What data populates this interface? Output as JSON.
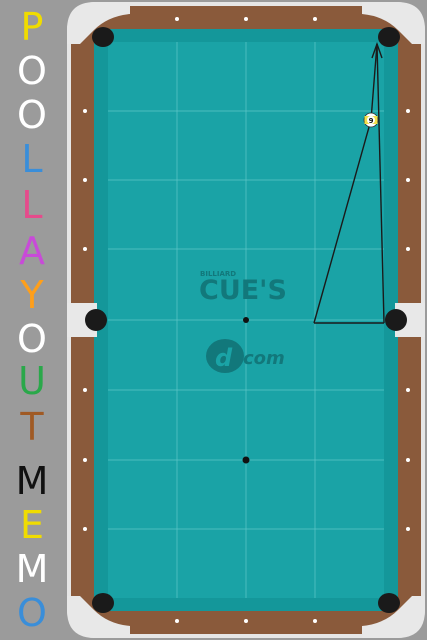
{
  "app": {
    "title_letters": [
      {
        "char": "P",
        "color": "#f0dc00"
      },
      {
        "char": "O",
        "color": "#ffffff"
      },
      {
        "char": "O",
        "color": "#ffffff"
      },
      {
        "char": "L",
        "color": "#3a8ed9"
      },
      {
        "char": "L",
        "color": "#e64b8c"
      },
      {
        "char": "A",
        "color": "#c84bd8"
      },
      {
        "char": "Y",
        "color": "#ff9f1a"
      },
      {
        "char": "O",
        "color": "#ffffff"
      },
      {
        "char": "U",
        "color": "#2aa84a"
      },
      {
        "char": "T",
        "color": "#a05a24"
      },
      {
        "char": "M",
        "color": "#111111"
      },
      {
        "char": "E",
        "color": "#f0dc00"
      },
      {
        "char": "M",
        "color": "#ffffff"
      },
      {
        "char": "O",
        "color": "#3a8ed9"
      }
    ]
  },
  "table": {
    "felt_color": "#1aa3a6",
    "rail_color": "#8a5a3b",
    "cushion_color": "#14979a",
    "frame_color": "#e6e6e6",
    "logo": {
      "small_text": "BILLIARD",
      "brand_text": "CUE'S",
      "domain_text": "com",
      "mark_letter": "d"
    },
    "balls": [
      {
        "number": "9",
        "color": "#f3e04a",
        "stripe": true
      }
    ]
  },
  "icons": {
    "pocket": "pocket-icon",
    "diamond": "diamond-icon",
    "spot": "spot-icon",
    "arrow": "arrow-head-icon"
  }
}
